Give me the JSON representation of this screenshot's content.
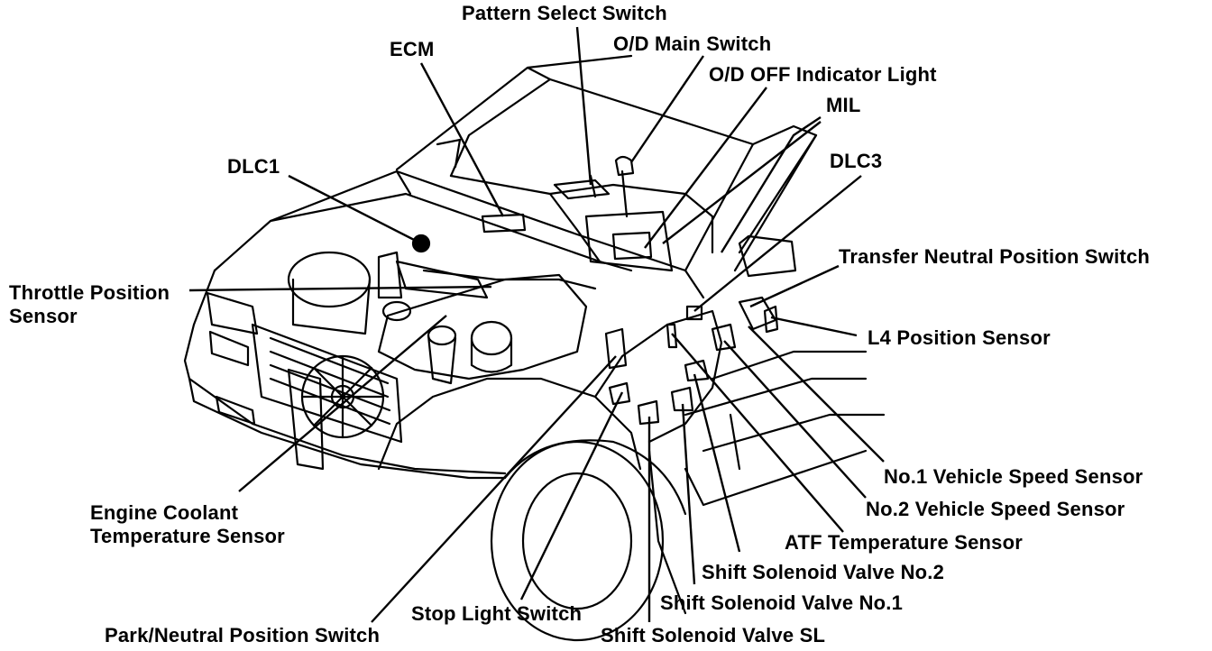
{
  "labels": {
    "pattern_select_switch": "Pattern Select Switch",
    "od_main_switch": "O/D Main Switch",
    "od_off_indicator": "O/D OFF Indicator Light",
    "ecm": "ECM",
    "mil": "MIL",
    "dlc1": "DLC1",
    "dlc3": "DLC3",
    "transfer_neutral": "Transfer Neutral Position Switch",
    "throttle_position_1": "Throttle Position",
    "throttle_position_2": "Sensor",
    "l4_position": "L4 Position Sensor",
    "no1_speed": "No.1 Vehicle Speed Sensor",
    "no2_speed": "No.2 Vehicle Speed Sensor",
    "engine_coolant_1": "Engine Coolant",
    "engine_coolant_2": "Temperature Sensor",
    "atf_temp": "ATF Temperature Sensor",
    "shift_solenoid_2": "Shift Solenoid Valve No.2",
    "shift_solenoid_1": "Shift Solenoid Valve No.1",
    "stop_light": "Stop Light Switch",
    "park_neutral": "Park/Neutral Position Switch",
    "shift_solenoid_sl": "Shift Solenoid Valve SL"
  }
}
